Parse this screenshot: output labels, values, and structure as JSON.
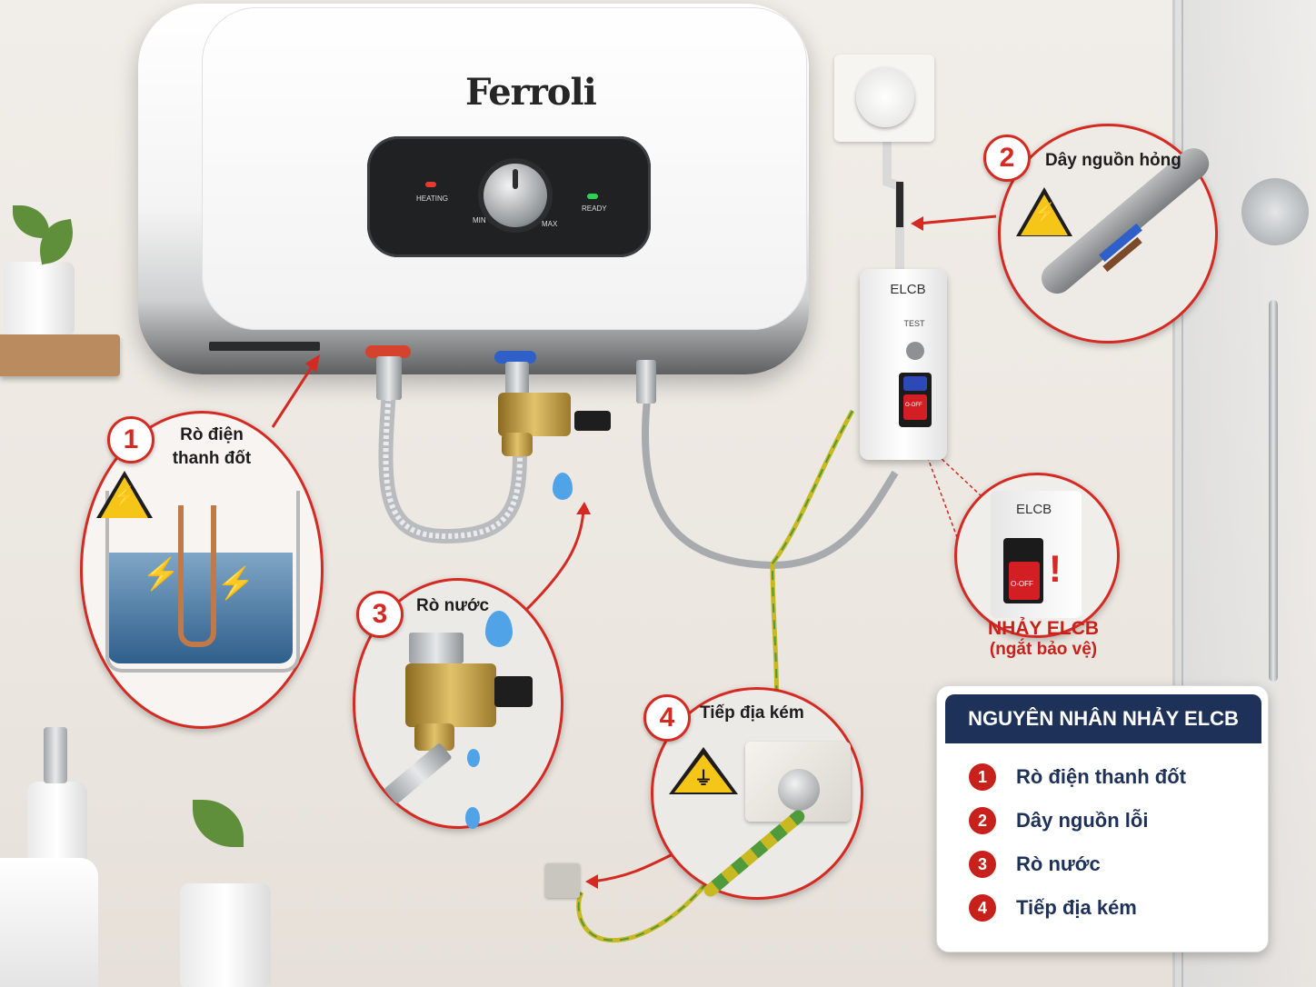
{
  "heater": {
    "brand": "Ferroli",
    "label_heating": "HEATING",
    "label_ready": "READY",
    "label_min": "MIN",
    "label_max": "MAX"
  },
  "elcb_device": {
    "title": "ELCB",
    "test_label": "TEST",
    "switch_label": "O-OFF"
  },
  "callouts": [
    {
      "number": "1",
      "title_line1": "Rò điện",
      "title_line2": "thanh đốt"
    },
    {
      "number": "2",
      "title": "Dây nguồn hỏng"
    },
    {
      "number": "3",
      "title": "Rò nước"
    },
    {
      "number": "4",
      "title": "Tiếp địa kém"
    }
  ],
  "elcb_zoom": {
    "title": "ELCB",
    "switch_label": "O-OFF",
    "caption_line1": "NHẢY ELCB",
    "caption_line2": "(ngắt bảo vệ)"
  },
  "summary": {
    "heading": "NGUYÊN NHÂN NHẢY ELCB",
    "items": [
      {
        "number": "1",
        "label": "Rò điện thanh đốt"
      },
      {
        "number": "2",
        "label": "Dây nguồn lỗi"
      },
      {
        "number": "3",
        "label": "Rò nước"
      },
      {
        "number": "4",
        "label": "Tiếp địa kém"
      }
    ]
  },
  "colors": {
    "accent_red": "#d42a22",
    "navy": "#1e3159",
    "warning_yellow": "#f5c518"
  }
}
